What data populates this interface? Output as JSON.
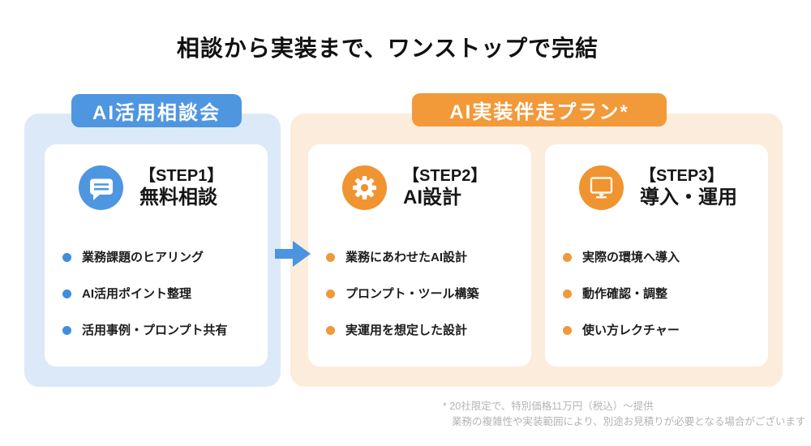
{
  "title": "相談から実装まで、ワンストップで完結",
  "colors": {
    "blue_accent": "#4f96e0",
    "blue_bullet": "#3f8edc",
    "blue_section_bg": "#dce9f8",
    "orange_accent": "#f2993a",
    "orange_icon": "#ef9430",
    "orange_section_bg": "#fcecdc",
    "card_bg": "#ffffff",
    "text_dark": "#161616",
    "footnote_gray": "#b4b4b4"
  },
  "sections": [
    {
      "badge": "AI活用相談会",
      "steps": [
        {
          "step_label": "【STEP1】",
          "step_title": "無料相談",
          "icon": "chat-icon",
          "items": [
            "業務課題のヒアリング",
            "AI活用ポイント整理",
            "活用事例・プロンプト共有"
          ]
        }
      ]
    },
    {
      "badge": "AI実装伴走プラン*",
      "steps": [
        {
          "step_label": "【STEP2】",
          "step_title": "AI設計",
          "icon": "gear-icon",
          "items": [
            "業務にあわせたAI設計",
            "プロンプト・ツール構築",
            "実運用を想定した設計"
          ]
        },
        {
          "step_label": "【STEP3】",
          "step_title": "導入・運用",
          "icon": "monitor-icon",
          "items": [
            "実際の環境へ導入",
            "動作確認・調整",
            "使い方レクチャー"
          ]
        }
      ]
    }
  ],
  "footnote": {
    "line1": "* 20社限定で、特別価格11万円（税込）～提供",
    "line2": "業務の複雑性や実装範囲により、別途お見積りが必要となる場合がございます"
  }
}
